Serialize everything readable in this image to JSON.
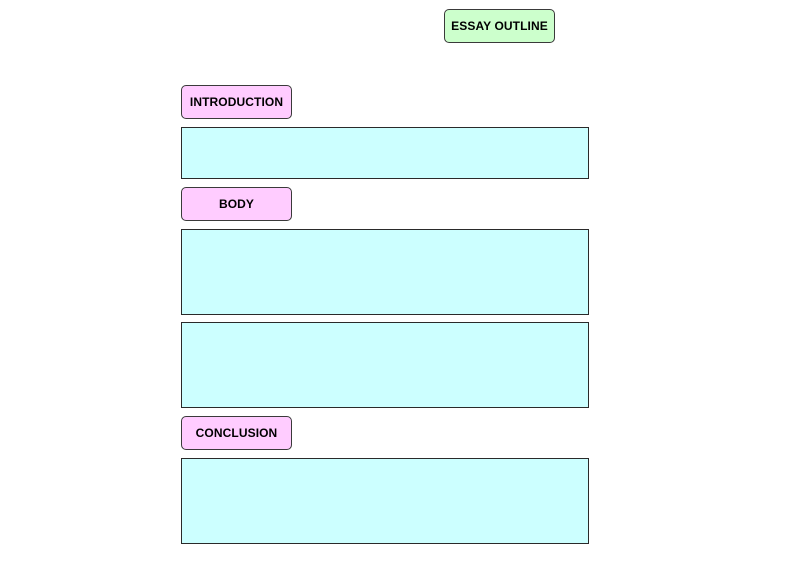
{
  "title": {
    "text": "ESSAY OUTLINE",
    "fill": "#ccffcc"
  },
  "sections": {
    "introduction": {
      "label": "INTRODUCTION",
      "fill": "#ffccff"
    },
    "body": {
      "label": "BODY",
      "fill": "#ffccff"
    },
    "conclusion": {
      "label": "CONCLUSION",
      "fill": "#ffccff"
    }
  },
  "content_box_fill": "#ccffff"
}
